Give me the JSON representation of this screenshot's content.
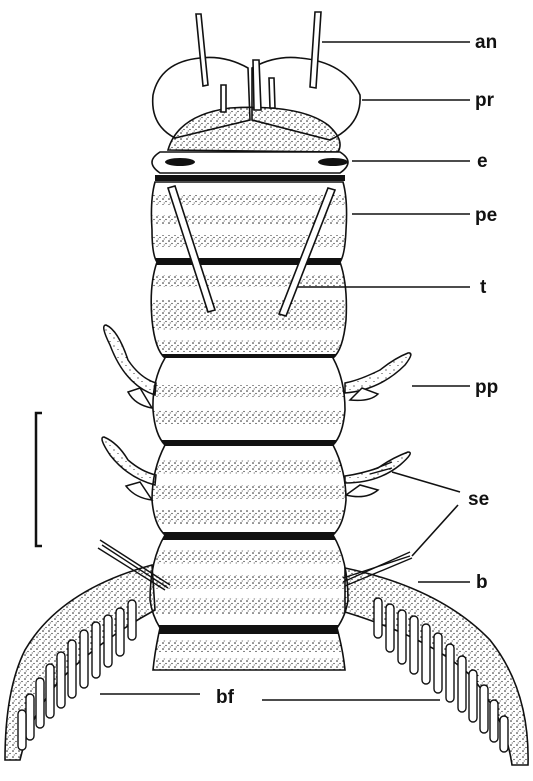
{
  "figure": {
    "labels": {
      "an": "an",
      "pr": "pr",
      "e": "e",
      "pe": "pe",
      "t": "t",
      "pp": "pp",
      "se": "se",
      "b": "b",
      "bf": "bf"
    },
    "colors": {
      "ink": "#111111",
      "paper": "#ffffff",
      "band": "#1a1a1a"
    },
    "scale_bar": true
  }
}
